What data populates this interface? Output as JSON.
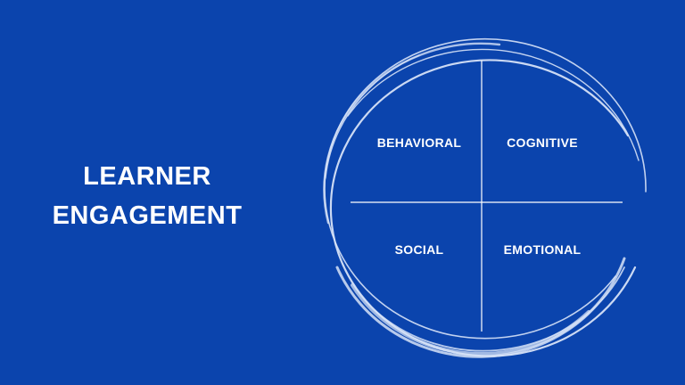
{
  "title": {
    "line1": "LEARNER",
    "line2": "ENGAGEMENT"
  },
  "quadrants": {
    "top_left": "BEHAVIORAL",
    "top_right": "COGNITIVE",
    "bottom_left": "SOCIAL",
    "bottom_right": "EMOTIONAL"
  },
  "colors": {
    "background": "#0b44ad",
    "text": "#ffffff",
    "ring": "#d6e2f7",
    "divider": "#ffffff"
  }
}
